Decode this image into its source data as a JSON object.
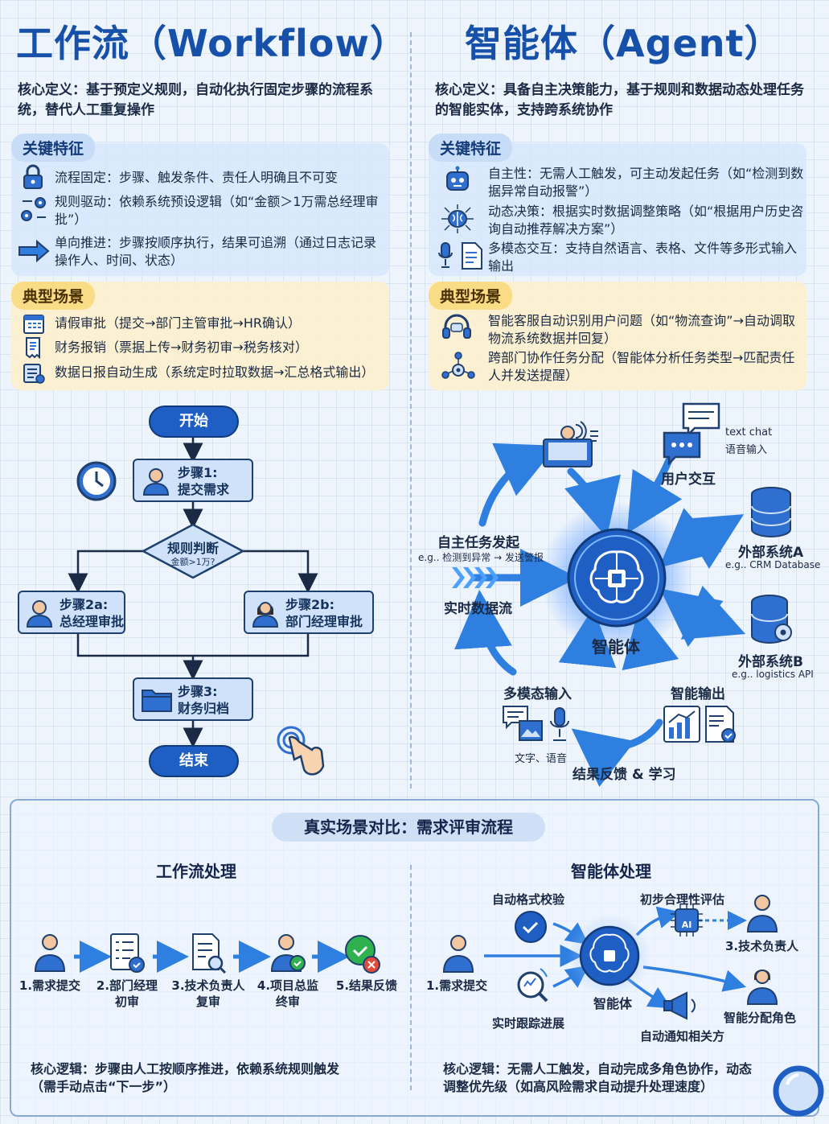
{
  "colors": {
    "primary": "#1650a8",
    "accent_blue": "#1f5fc4",
    "pill_yellow": "#fbdc86",
    "panel_blue": "#d6e6fa"
  },
  "workflow": {
    "title": "工作流（Workflow）",
    "definition": "核心定义：基于预定义规则，自动化执行固定步骤的流程系统，替代人工重复操作",
    "features_title": "关键特征",
    "features": [
      {
        "icon": "lock-icon",
        "text": "流程固定：步骤、触发条件、责任人明确且不可变"
      },
      {
        "icon": "gears-icon",
        "text": "规则驱动：依赖系统预设逻辑（如“金额＞1万需总经理审批”）"
      },
      {
        "icon": "arrow-right-icon",
        "text": "单向推进：步骤按顺序执行，结果可追溯（通过日志记录操作人、时间、状态）"
      }
    ],
    "scenes_title": "典型场景",
    "scenes": [
      {
        "icon": "calendar-icon",
        "text": "请假审批（提交→部门主管审批→HR确认）"
      },
      {
        "icon": "receipt-icon",
        "text": "财务报销（票据上传→财务初审→税务核对）"
      },
      {
        "icon": "report-icon",
        "text": "数据日报自动生成（系统定时拉取数据→汇总格式输出）"
      }
    ],
    "flow": {
      "start": "开始",
      "step1": [
        "步骤1:",
        "提交需求"
      ],
      "decision": [
        "规则判断",
        "金额>1万?"
      ],
      "step2a": [
        "步骤2a:",
        "总经理审批"
      ],
      "step2b": [
        "步骤2b:",
        "部门经理审批"
      ],
      "step3": [
        "步骤3:",
        "财务归档"
      ],
      "end": "结束"
    }
  },
  "agent": {
    "title": "智能体（Agent）",
    "definition": "核心定义：具备自主决策能力，基于规则和数据动态处理任务的智能实体，支持跨系统协作",
    "features_title": "关键特征",
    "features": [
      {
        "icon": "robot-icon",
        "text": "自主性：无需人工触发，可主动发起任务（如“检测到数据异常自动报警”）"
      },
      {
        "icon": "brain-network-icon",
        "text": "动态决策：根据实时数据调整策略（如“根据用户历史咨询自动推荐解决方案”）"
      },
      {
        "icon": "mic-document-icon",
        "text": "多模态交互：支持自然语言、表格、文件等多形式输入输出"
      }
    ],
    "scenes_title": "典型场景",
    "scenes": [
      {
        "icon": "headset-icon",
        "text": "智能客服自动识别用户问题（如“物流查询”→自动调取物流系统数据并回复）"
      },
      {
        "icon": "team-gear-icon",
        "text": "跨部门协作任务分配（智能体分析任务类型→匹配责任人并发送提醒）"
      }
    ],
    "diagram": {
      "center": "智能体",
      "user_interaction": "用户交互",
      "text_chat": "text chat",
      "voice_input": "语音输入",
      "ext_a": "外部系统A",
      "ext_a_eg": "e.g.. CRM Database",
      "ext_b": "外部系统B",
      "ext_b_eg": "e.g.. logistics API",
      "auto_task": "自主任务发起",
      "auto_task_eg": "e.g.. 检测到异常 → 发送警报",
      "realtime": "实时数据流",
      "multimodal_in": "多模态输入",
      "multimodal_sub": "文字、语音",
      "smart_output": "智能输出",
      "feedback": "结果反馈 & 学习"
    }
  },
  "comparison": {
    "title": "真实场景对比：需求评审流程",
    "workflow_title": "工作流处理",
    "workflow_steps": [
      [
        "1.需求提交"
      ],
      [
        "2.部门经理",
        "初审"
      ],
      [
        "3.技术负责人",
        "复审"
      ],
      [
        "4.项目总监",
        "终审"
      ],
      [
        "5.结果反馈"
      ]
    ],
    "workflow_core": [
      "核心逻辑：步骤由人工按顺序推进，依赖系统规则触发",
      "（需手动点击“下一步”）"
    ],
    "agent_title": "智能体处理",
    "agent_labels": {
      "submit": "1.需求提交",
      "format_check": "自动格式校验",
      "evaluate": "初步合理性评估",
      "tech_lead": "3.技术负责人",
      "center": "智能体",
      "assign": "智能分配角色",
      "track": "实时跟踪进展",
      "notify": "自动通知相关方",
      "ai": "AI"
    },
    "agent_core": [
      "核心逻辑：无需人工触发，自动完成多角色协作，动态",
      "调整优先级（如高风险需求自动提升处理速度）"
    ]
  }
}
